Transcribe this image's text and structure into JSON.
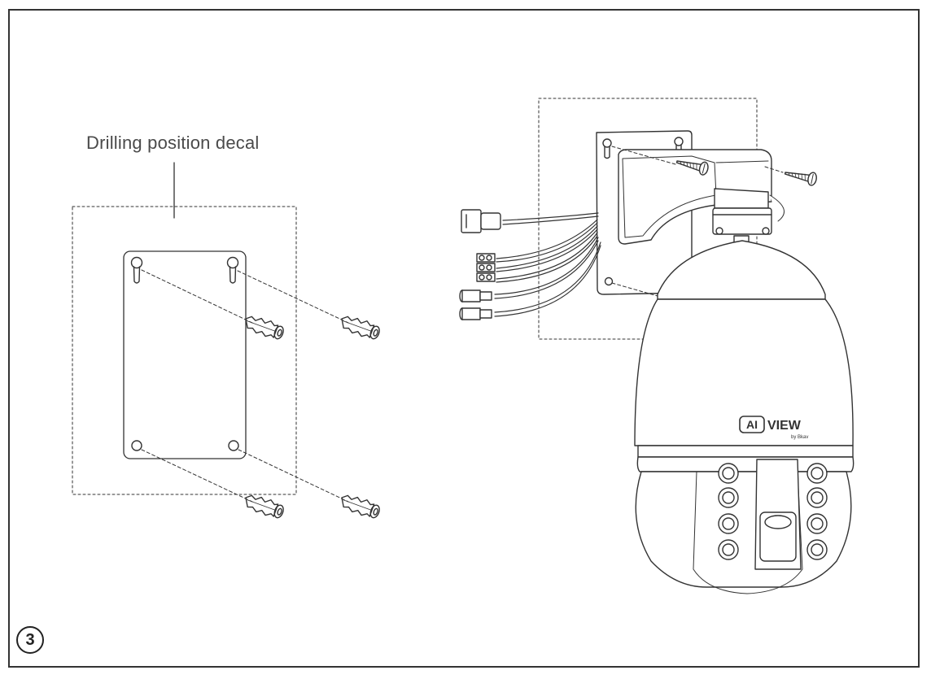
{
  "decal_label": "Drilling position decal",
  "step_number": "3",
  "brand": {
    "logo_ai": "AI",
    "logo_view": "VIEW",
    "logo_sub": "by Bkav"
  },
  "colors": {
    "line": "#333333",
    "frame": "#333333",
    "text": "#4a4a4a"
  }
}
